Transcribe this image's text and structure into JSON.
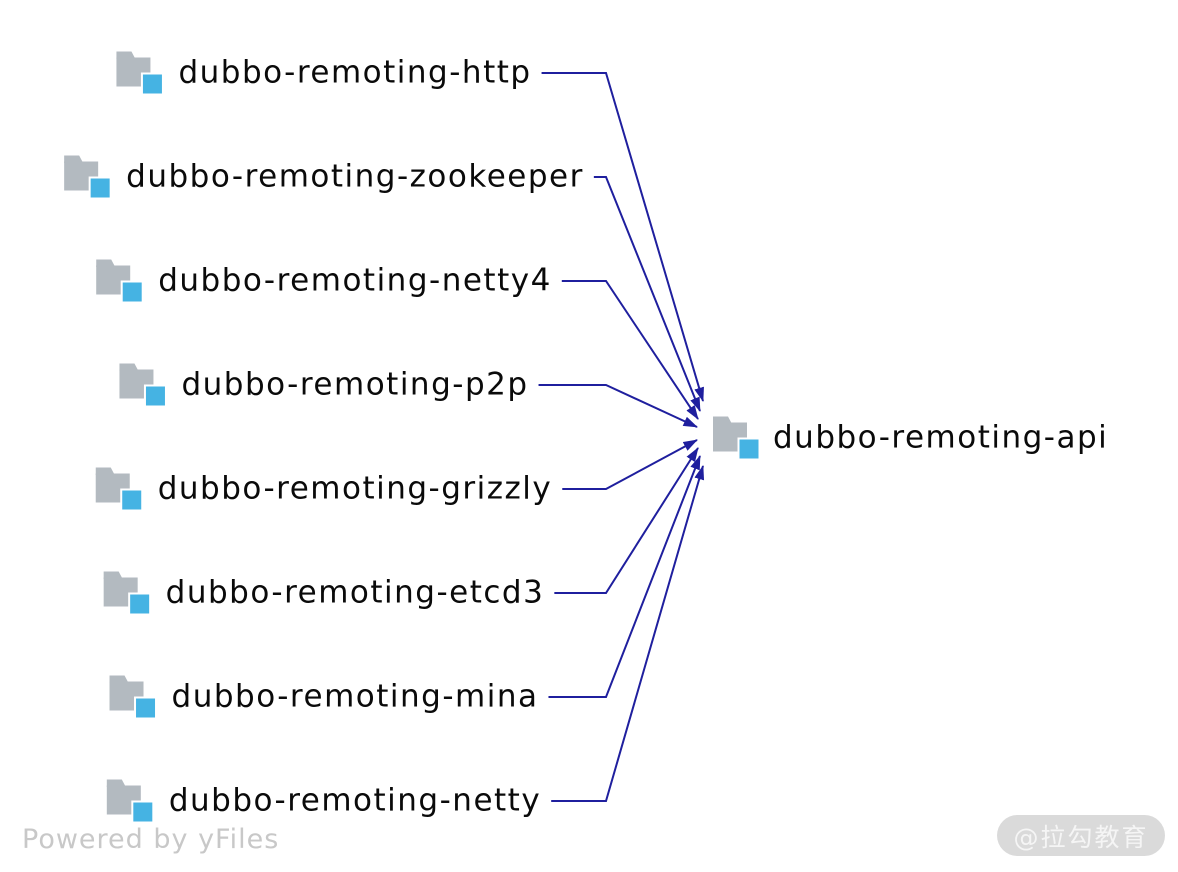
{
  "diagram": {
    "nodes": [
      {
        "label": "dubbo-remoting-http",
        "icon": "folder-icon"
      },
      {
        "label": "dubbo-remoting-zookeeper",
        "icon": "folder-icon"
      },
      {
        "label": "dubbo-remoting-netty4",
        "icon": "folder-icon"
      },
      {
        "label": "dubbo-remoting-p2p",
        "icon": "folder-icon"
      },
      {
        "label": "dubbo-remoting-grizzly",
        "icon": "folder-icon"
      },
      {
        "label": "dubbo-remoting-etcd3",
        "icon": "folder-icon"
      },
      {
        "label": "dubbo-remoting-mina",
        "icon": "folder-icon"
      },
      {
        "label": "dubbo-remoting-netty",
        "icon": "folder-icon"
      }
    ],
    "target": {
      "label": "dubbo-remoting-api",
      "icon": "folder-icon"
    },
    "colors": {
      "folder": "#b3bac0",
      "accent": "#45b3e3",
      "edge": "#1f1f9e",
      "text": "#0a0a0a"
    }
  },
  "footer": {
    "powered_by": "Powered by yFiles"
  },
  "watermark": {
    "label": "@拉勾教育"
  }
}
